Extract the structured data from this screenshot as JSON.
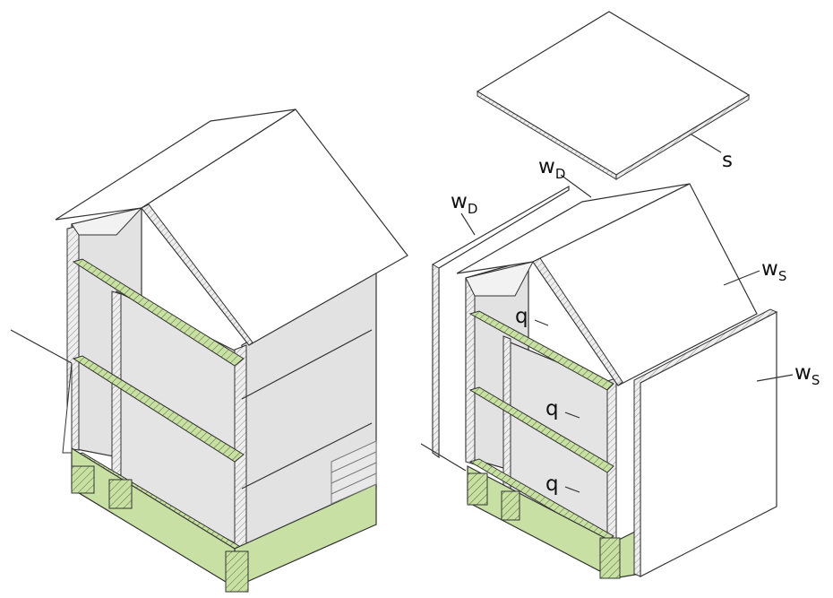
{
  "colors": {
    "wall": "#e2e2e2",
    "roof": "#ffffff",
    "slab": "#c8e0a4",
    "foundation": "#c8e0a4",
    "stroke": "#333333"
  },
  "labels": {
    "snow": "s",
    "wind_pressure_left": {
      "main": "w",
      "sub": "D"
    },
    "wind_pressure_top": {
      "main": "w",
      "sub": "D"
    },
    "wind_suction_roof": {
      "main": "w",
      "sub": "S"
    },
    "wind_suction_wall": {
      "main": "w",
      "sub": "S"
    },
    "floor_load_1": "q",
    "floor_load_2": "q",
    "floor_load_3": "q"
  }
}
